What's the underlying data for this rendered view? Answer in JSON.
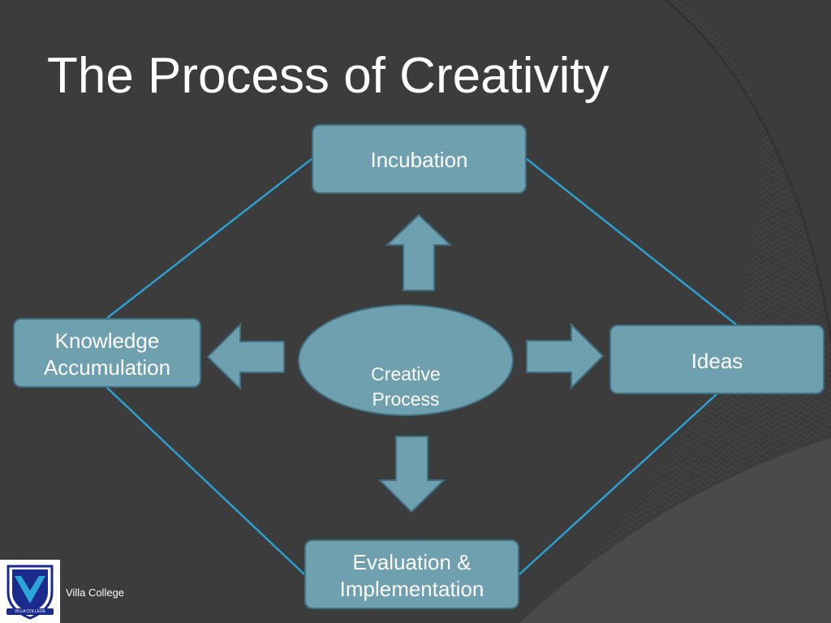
{
  "slide": {
    "title": "The Process of Creativity",
    "footer_text": "Villa College"
  },
  "logo": {
    "caption": "VILLA COLLEGE"
  },
  "diagram": {
    "center": "Creative\nProcess",
    "nodes": {
      "top": "Incubation",
      "left": "Knowledge\nAccumulation",
      "right": "Ideas",
      "bottom": "Evaluation &\nImplementation"
    }
  },
  "colors": {
    "background": "#3c3c3c",
    "node_fill": "#6fa0b0",
    "node_border": "#3f6f80",
    "connector_line": "#2b9fd0",
    "text": "#ffffff"
  }
}
